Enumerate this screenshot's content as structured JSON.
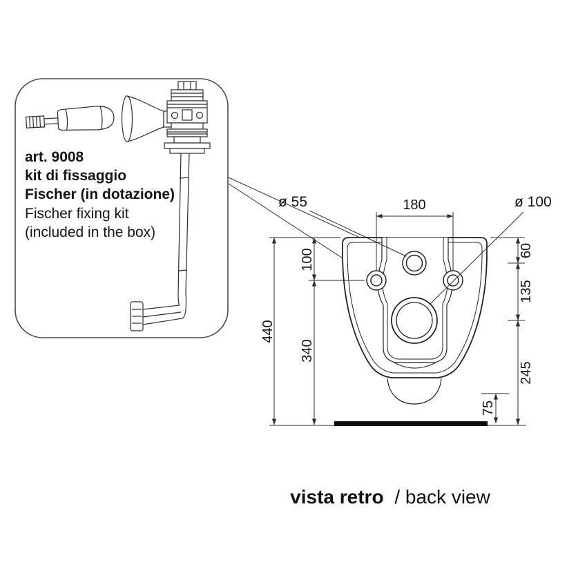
{
  "note_box": {
    "art": "art. 9008",
    "line2": "kit di fissaggio",
    "line3": "Fischer (in dotazione)",
    "line4": "Fischer fixing kit",
    "line5": "(included in the box)"
  },
  "dims": {
    "dia_inlet": "ø 55",
    "dia_drain": "ø 100",
    "hole_spacing": "180",
    "top_to_hole": "100",
    "height_total": "440",
    "hole_to_floor": "340",
    "top_to_inlet": "60",
    "inlet_to_drain": "135",
    "drain_to_floor": "245",
    "outlet_height": "75"
  },
  "caption": {
    "title_it": "vista retro",
    "title_en": "/ back view"
  }
}
